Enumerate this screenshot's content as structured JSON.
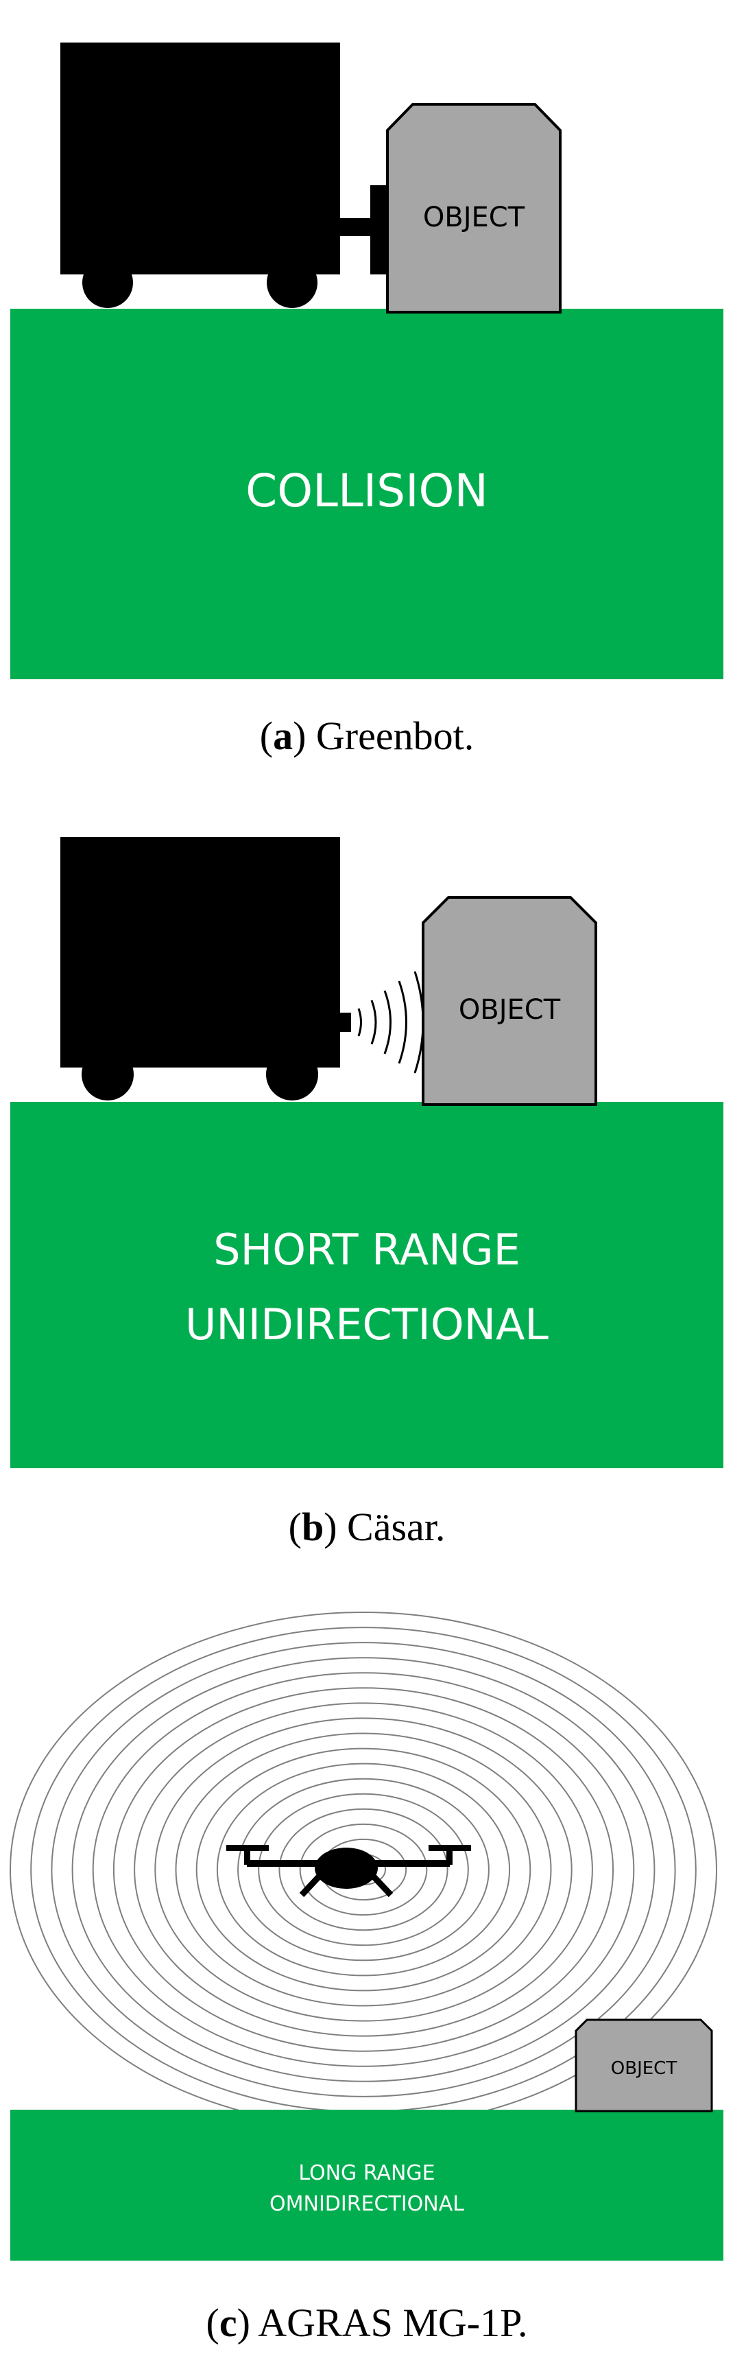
{
  "colors": {
    "ground": "#00ae4f",
    "vehicle": "#000000",
    "object_fill": "#a6a6a6",
    "object_stroke": "#000000",
    "ground_text": "#ffffff",
    "rings": "#7f7f7f"
  },
  "panels": [
    {
      "object_label": "OBJECT",
      "ground_lines": [
        "COLLISION"
      ],
      "caption_letter": "a",
      "caption_text": "Greenbot."
    },
    {
      "object_label": "OBJECT",
      "ground_lines": [
        "SHORT RANGE",
        "UNIDIRECTIONAL"
      ],
      "caption_letter": "b",
      "caption_text": "Cäsar."
    },
    {
      "object_label": "OBJECT",
      "ground_lines": [
        "LONG RANGE",
        "OMNIDIRECTIONAL"
      ],
      "caption_letter": "c",
      "caption_text": "AGRAS MG-1P."
    }
  ]
}
